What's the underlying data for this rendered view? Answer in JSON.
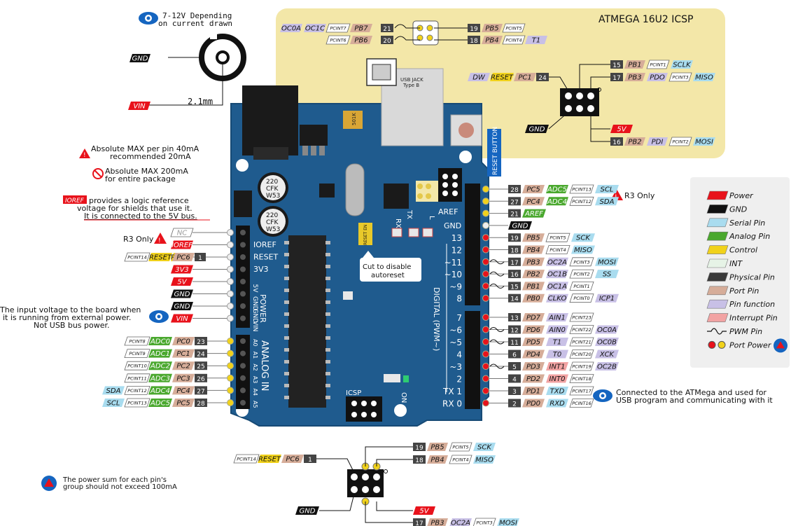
{
  "colors": {
    "power": "#e8121b",
    "gnd": "#111111",
    "serial": "#a9dcef",
    "analog": "#4aa82e",
    "control": "#f1d21b",
    "int": "#e6f3e6",
    "physical": "#3a3a3a",
    "port": "#d6ad99",
    "function": "#c8c0e6",
    "interrupt": "#f2a3a3",
    "pcint": "#ffffff",
    "board": "#1f5b8e",
    "icsp_panel": "#f3e7a8"
  },
  "texts": {
    "power_jack_note_1": "7-12V Depending",
    "power_jack_note_2": "on current drawn",
    "jack_size": "2.1mm",
    "warn1_a": "Absolute MAX per pin 40mA",
    "warn1_b": "recommended 20mA",
    "warn2_a": "Absolute MAX 200mA",
    "warn2_b": "for entire package",
    "ioref_a": "provides a logic reference",
    "ioref_b": "voltage for shields that use it.",
    "ioref_c": "It is connected to the 5V bus.",
    "r3_only_left": "R3 Only",
    "r3_only_right": "R3 Only",
    "vin_note_1": "The input voltage to the board when",
    "vin_note_2": "it is running from external power.",
    "vin_note_3": "Not USB bus power.",
    "usb_note_1": "Connected to the ATMega and used for",
    "usb_note_2": "USB program and communicating with it",
    "power_sum_1": "The power sum for each pin's",
    "power_sum_2": "group should not exceed 100mA",
    "cut_1": "Cut to disable",
    "cut_2": "autoreset",
    "icsp2_title": "ATMEGA 16U2 ICSP",
    "usb_jack_1": "USB JACK",
    "usb_jack_2": "Type B",
    "reset_button": "RESET BUTTON",
    "aref": "AREF",
    "gnd_hdr": "GND",
    "digital": "DIGITAL (PWM~)",
    "analog_in": "ANALOG IN",
    "power_hdr": "POWER",
    "icsp_label": "ICSP",
    "on_label": "ON",
    "tx_lbl": "TX",
    "rx_lbl": "RX",
    "l_lbl": "L",
    "reset_en": "RESET EN"
  },
  "power_pins": [
    {
      "label": "NC",
      "type": "nc"
    },
    {
      "label": "IOREF",
      "type": "power"
    },
    {
      "label": "RESET",
      "type": "control",
      "extra": "PC6",
      "num": "1",
      "pcint": "PCINT14"
    },
    {
      "label": "3V3",
      "type": "power"
    },
    {
      "label": "5V",
      "type": "power"
    },
    {
      "label": "GND",
      "type": "gnd"
    },
    {
      "label": "GND",
      "type": "gnd"
    },
    {
      "label": "VIN",
      "type": "power"
    }
  ],
  "header_labels": [
    "IOREF",
    "RESET",
    "3V3",
    "5V",
    "GND",
    "GND",
    "VIN"
  ],
  "analog_pins": [
    {
      "pcint": "PCINT8",
      "adc": "ADC0",
      "port": "PC0",
      "num": "23"
    },
    {
      "pcint": "PCINT9",
      "adc": "ADC1",
      "port": "PC1",
      "num": "24"
    },
    {
      "pcint": "PCINT10",
      "adc": "ADC2",
      "port": "PC2",
      "num": "25"
    },
    {
      "pcint": "PCINT11",
      "adc": "ADC3",
      "port": "PC3",
      "num": "26"
    },
    {
      "pcint": "PCINT12",
      "adc": "ADC4",
      "port": "PC4",
      "num": "27",
      "serial": "SDA"
    },
    {
      "pcint": "PCINT13",
      "adc": "ADC5",
      "port": "PC5",
      "num": "28",
      "serial": "SCL"
    }
  ],
  "analog_header_labels": [
    "A0",
    "A1",
    "A2",
    "A3",
    "A4",
    "A5"
  ],
  "digital_top": [
    {
      "num": "28",
      "port": "PC5",
      "fn": "ADC5",
      "fnType": "analog",
      "pcint": "PCINT13",
      "serial": "SCL"
    },
    {
      "num": "27",
      "port": "PC4",
      "fn": "ADC4",
      "fnType": "analog",
      "pcint": "PCINT12",
      "serial": "SDA"
    },
    {
      "num": "21",
      "label": "AREF",
      "labelType": "analog"
    },
    {
      "label": "GND",
      "labelType": "gnd"
    },
    {
      "num": "19",
      "port": "PB5",
      "pcint": "PCINT5",
      "serial": "SCK",
      "board": "13"
    },
    {
      "num": "18",
      "port": "PB4",
      "pcint": "PCINT4",
      "serial": "MISO",
      "board": "12"
    },
    {
      "num": "17",
      "port": "PB3",
      "fn": "OC2A",
      "fnType": "function",
      "pcint": "PCINT3",
      "serial": "MOSI",
      "board": "~11",
      "pwm": true
    },
    {
      "num": "16",
      "port": "PB2",
      "fn": "OC1B",
      "fnType": "function",
      "pcint": "PCINT2",
      "serial": "SS",
      "board": "~10",
      "pwm": true
    },
    {
      "num": "15",
      "port": "PB1",
      "fn": "OC1A",
      "fnType": "function",
      "pcint": "PCINT1",
      "board": "~9",
      "pwm": true
    },
    {
      "num": "14",
      "port": "PB0",
      "fn": "CLKO",
      "fnType": "function",
      "pcint": "PCINT0",
      "extra": "ICP1",
      "board": "8"
    }
  ],
  "digital_bottom": [
    {
      "num": "13",
      "port": "PD7",
      "fn": "AIN1",
      "fnType": "function",
      "pcint": "PCINT23",
      "board": "7"
    },
    {
      "num": "12",
      "port": "PD6",
      "fn": "AIN0",
      "fnType": "function",
      "pcint": "PCINT22",
      "extra": "OC0A",
      "board": "~6",
      "pwm": true
    },
    {
      "num": "11",
      "port": "PD5",
      "fn": "T1",
      "fnType": "function",
      "pcint": "PCINT21",
      "extra": "OC0B",
      "board": "~5",
      "pwm": true
    },
    {
      "num": "6",
      "port": "PD4",
      "fn": "T0",
      "fnType": "function",
      "pcint": "PCINT20",
      "extra": "XCK",
      "board": "4"
    },
    {
      "num": "5",
      "port": "PD3",
      "fn": "INT1",
      "fnType": "interrupt",
      "pcint": "PCINT19",
      "extra": "OC2B",
      "board": "~3",
      "pwm": true
    },
    {
      "num": "4",
      "port": "PD2",
      "fn": "INT0",
      "fnType": "interrupt",
      "pcint": "PCINT18",
      "board": "2"
    },
    {
      "num": "3",
      "port": "PD1",
      "fn": "TXD",
      "fnType": "serial",
      "pcint": "PCINT17",
      "board": "TX 1"
    },
    {
      "num": "2",
      "port": "PD0",
      "fn": "RXD",
      "fnType": "serial",
      "pcint": "PCINT16",
      "board": "RX 0"
    }
  ],
  "icsp2_top_left": [
    {
      "a": "OC0A",
      "b": "OC1C",
      "pcint": "PCINT7",
      "port": "PB7",
      "num": "21"
    },
    {
      "pcint": "PCINT6",
      "port": "PB6",
      "num": "20"
    }
  ],
  "icsp2_top_right": [
    {
      "num": "19",
      "port": "PB5",
      "pcint": "PCINT5"
    },
    {
      "num": "18",
      "port": "PB4",
      "pcint": "PCINT4",
      "fn": "T1"
    }
  ],
  "icsp2_main": {
    "left": {
      "fn": "DW",
      "ctrl": "RESET",
      "port": "PC1",
      "num": "24"
    },
    "gnd": "GND",
    "right": [
      {
        "num": "15",
        "port": "PB1",
        "pcint": "PCINT1",
        "serial": "SCLK"
      },
      {
        "num": "17",
        "port": "PB3",
        "fn": "PDO",
        "pcint": "PCINT3",
        "serial": "MISO"
      },
      {
        "label": "5V"
      },
      {
        "num": "16",
        "port": "PB2",
        "fn": "PDI",
        "pcint": "PCINT2",
        "serial": "MOSI"
      }
    ]
  },
  "icsp1": {
    "left": {
      "pcint": "PCINT14",
      "ctrl": "RESET",
      "port": "PC6",
      "num": "1"
    },
    "gnd": "GND",
    "right": [
      {
        "num": "19",
        "port": "PB5",
        "pcint": "PCINT5",
        "serial": "SCK"
      },
      {
        "num": "18",
        "port": "PB4",
        "pcint": "PCINT4",
        "serial": "MISO"
      },
      {
        "label": "5V"
      },
      {
        "num": "17",
        "port": "PB3",
        "fn": "OC2A",
        "pcint": "PCINT3",
        "serial": "MOSI"
      }
    ]
  },
  "legend": [
    {
      "label": "Power",
      "kind": "power"
    },
    {
      "label": "GND",
      "kind": "gnd"
    },
    {
      "label": "Serial Pin",
      "kind": "serial"
    },
    {
      "label": "Analog Pin",
      "kind": "analog"
    },
    {
      "label": "Control",
      "kind": "control"
    },
    {
      "label": "INT",
      "kind": "int"
    },
    {
      "label": "Physical Pin",
      "kind": "physical"
    },
    {
      "label": "Port Pin",
      "kind": "port"
    },
    {
      "label": "Pin function",
      "kind": "function"
    },
    {
      "label": "Interrupt Pin",
      "kind": "interrupt"
    },
    {
      "label": "PWM Pin",
      "kind": "pwm"
    },
    {
      "label": "Port Power",
      "kind": "portpower"
    }
  ],
  "chips": {
    "crystal_16u2": "501K",
    "cap1_a": "220",
    "cap1_b": "CFK",
    "cap1_c": "W53",
    "cap2_a": "220",
    "cap2_b": "CFK",
    "cap2_c": "W53"
  }
}
